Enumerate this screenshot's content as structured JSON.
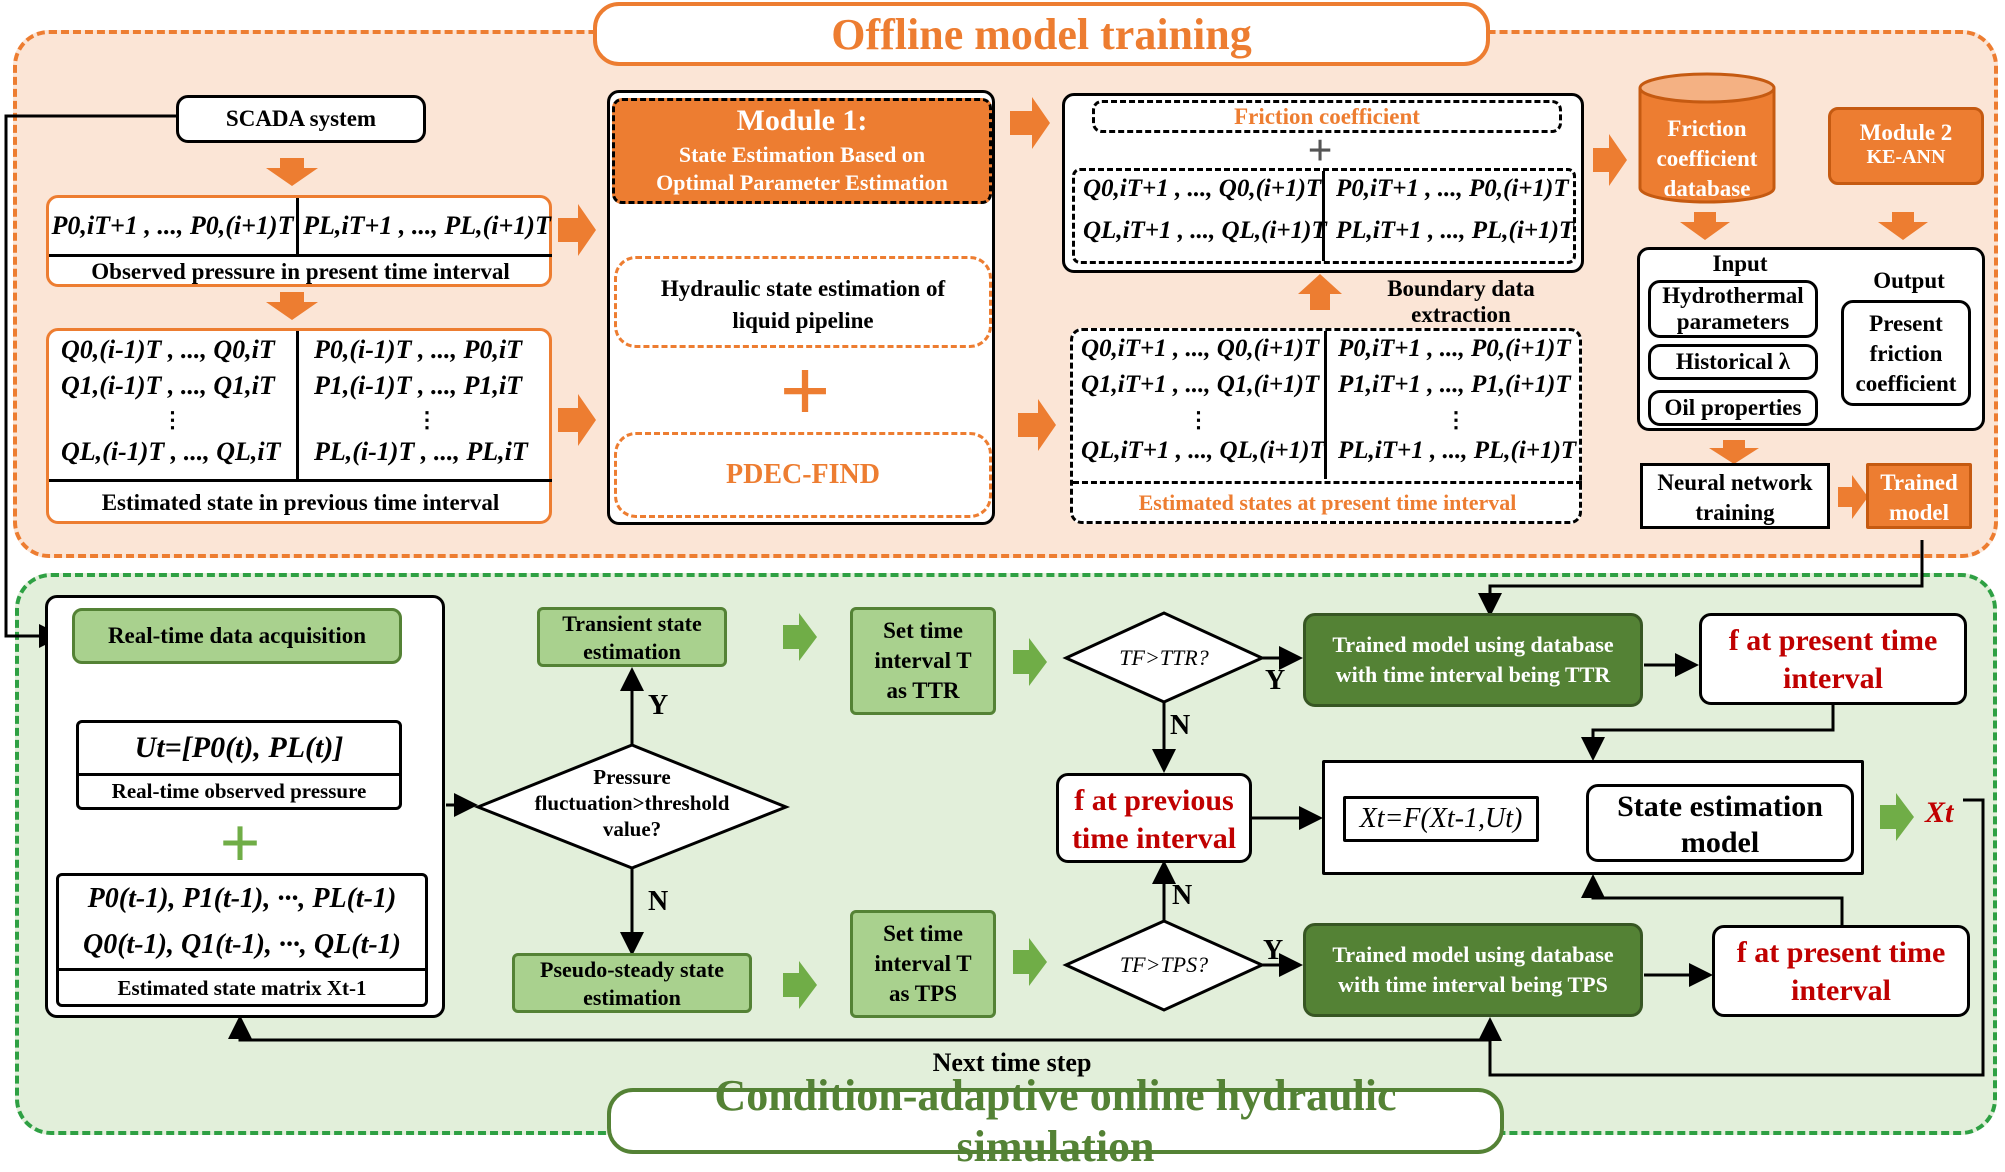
{
  "offline": {
    "title": "Offline model training",
    "scada": "SCADA system",
    "obs": {
      "left": "P0,iT+1 , ..., P0,(i+1)T",
      "right": "PL,iT+1 , ..., PL,(i+1)T",
      "label": "Observed pressure in present time interval"
    },
    "prev": {
      "l1": "Q0,(i-1)T , ..., Q0,iT",
      "l2": "Q1,(i-1)T , ..., Q1,iT",
      "l3": "QL,(i-1)T , ..., QL,iT",
      "r1": "P0,(i-1)T , ..., P0,iT",
      "r2": "P1,(i-1)T , ..., P1,iT",
      "r3": "PL,(i-1)T , ..., PL,iT",
      "vdots": "⋮",
      "label": "Estimated state in previous time interval"
    },
    "module1": {
      "title": "Module 1:",
      "line1": "State Estimation Based on",
      "line2": "Optimal Parameter Estimation",
      "hydraulic1": "Hydraulic state estimation of",
      "hydraulic2": "liquid pipeline",
      "plus": "+",
      "pdec": "PDEC-FIND"
    },
    "friction_top": {
      "label": "Friction coefficient",
      "plus": "+",
      "l1": "Q0,iT+1 , ..., Q0,(i+1)T",
      "l2": "QL,iT+1 , ..., QL,(i+1)T",
      "r1": "P0,iT+1 , ..., P0,(i+1)T",
      "r2": "PL,iT+1 , ..., PL,(i+1)T"
    },
    "boundary1": "Boundary data",
    "boundary2": "extraction",
    "est_present": {
      "l1": "Q0,iT+1 , ..., Q0,(i+1)T",
      "l2": "Q1,iT+1 , ..., Q1,(i+1)T",
      "l3": "QL,iT+1 , ..., QL,(i+1)T",
      "r1": "P0,iT+1 , ..., P0,(i+1)T",
      "r2": "P1,iT+1 , ..., P1,(i+1)T",
      "r3": "PL,iT+1 , ..., PL,(i+1)T",
      "vdots": "⋮",
      "label": "Estimated states at present time interval"
    },
    "db": {
      "l1": "Friction",
      "l2": "coefficient",
      "l3": "database"
    },
    "module2": {
      "l1": "Module 2",
      "l2": "KE-ANN"
    },
    "ann": {
      "input": "Input",
      "output": "Output",
      "hydro1": "Hydrothermal",
      "hydro2": "parameters",
      "historical": "Historical λ",
      "oil": "Oil properties",
      "present1": "Present",
      "present2": "friction",
      "present3": "coefficient"
    },
    "nn1": "Neural network",
    "nn2": "training",
    "trained1": "Trained",
    "trained2": "model"
  },
  "online": {
    "title": "Condition-adaptive online hydraulic simulation",
    "rt_acq": "Real-time data acquisition",
    "ut": "Ut=[P0(t), PL(t)]",
    "rt_obs": "Real-time observed pressure",
    "plus": "+",
    "m1": "P0(t-1), P1(t-1), ···, PL(t-1)",
    "m2": "Q0(t-1), Q1(t-1), ···, QL(t-1)",
    "matrix_label": "Estimated state  matrix Xt-1",
    "decision1": "Pressure",
    "decision2": "fluctuation>threshold",
    "decision3": "value?",
    "yes": "Y",
    "no": "N",
    "transient1": "Transient state",
    "transient2": "estimation",
    "pseudo1": "Pseudo-steady state",
    "pseudo2": "estimation",
    "set1": "Set time",
    "set2": "interval T",
    "set3_tr": "as TTR",
    "set3_ps": "as TPS",
    "cmp_tr": "TF>TTR?",
    "cmp_ps": "TF>TPS?",
    "trained_tr1": "Trained model using database",
    "trained_tr2": "with time interval being TTR",
    "trained_ps1": "Trained model using database",
    "trained_ps2": "with time interval being TPS",
    "f_present1": "f at present time",
    "f_present2": "interval",
    "f_prev1": "f at previous",
    "f_prev2": "time interval",
    "state_eq": "Xt=F(Xt-1,Ut)",
    "state_model1": "State estimation",
    "state_model2": "model",
    "xt": "Xt",
    "next": "Next time step"
  },
  "colors": {
    "orange": "#ED7D31",
    "light_orange": "#FBE5D6",
    "green": "#A9D18E",
    "dark_green": "#548235",
    "light_green": "#E2EFDA",
    "red": "#C00000"
  }
}
